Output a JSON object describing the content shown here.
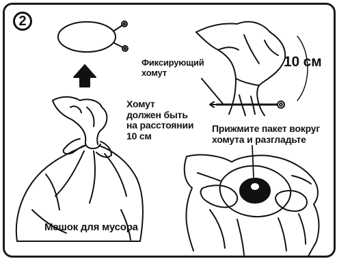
{
  "step_number": "2",
  "labels": {
    "fixing_tie": "Фиксирующий\nхомут",
    "distance": "10 см",
    "tie_distance_note": "Хомут\nдолжен быть\nна расстоянии\n10 см",
    "press_bag": "Прижмите пакет вокруг\nхомута и разгладьте",
    "trash_bag": "Мешок для мусора"
  },
  "colors": {
    "ink": "#111111",
    "hole": "#111111",
    "background": "#ffffff"
  },
  "icons": [
    "step-number-badge",
    "arrow-up-icon",
    "cable-tie-icon",
    "hand-icon",
    "bag-icon"
  ]
}
